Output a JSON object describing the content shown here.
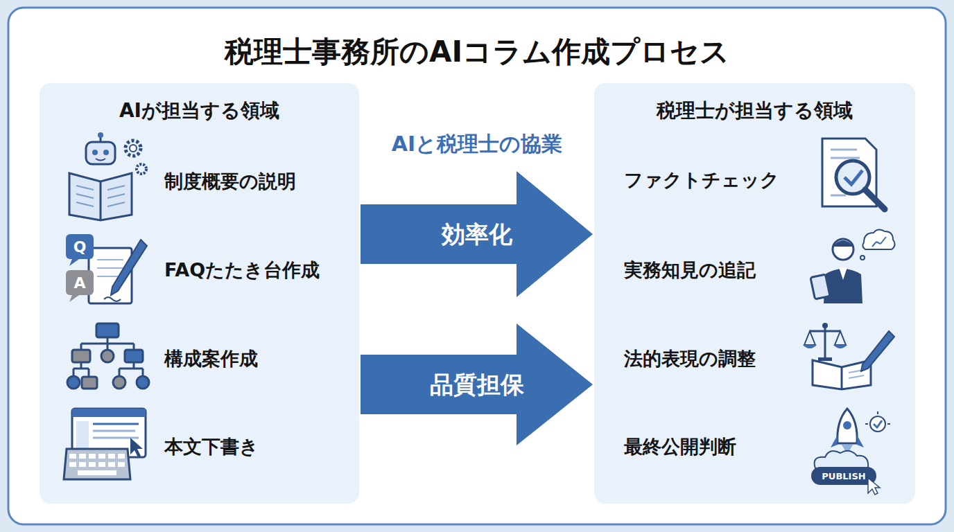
{
  "diagram": {
    "title": "税理士事務所のAIコラム作成プロセス",
    "nodes": [
      {
        "text": [
          "AIが担当する領域",
          "制度概要の説明",
          "FAQたたき台作成",
          "構成案作成",
          "本文下書き"
        ]
      },
      {
        "text": [
          "税理士が担当する領域",
          "ファクトチェック",
          "実務知見の追記",
          "法的表現の調整",
          "最終公開判断"
        ]
      }
    ],
    "edges": [
      {
        "from": 0,
        "to": 1,
        "label": "効率化",
        "arrow": "to"
      },
      {
        "from": 0,
        "to": 1,
        "label": "品質担保",
        "arrow": "to"
      }
    ],
    "labels": [
      "AIと税理士の協業",
      "Q",
      "A",
      "PUBLISH"
    ]
  }
}
